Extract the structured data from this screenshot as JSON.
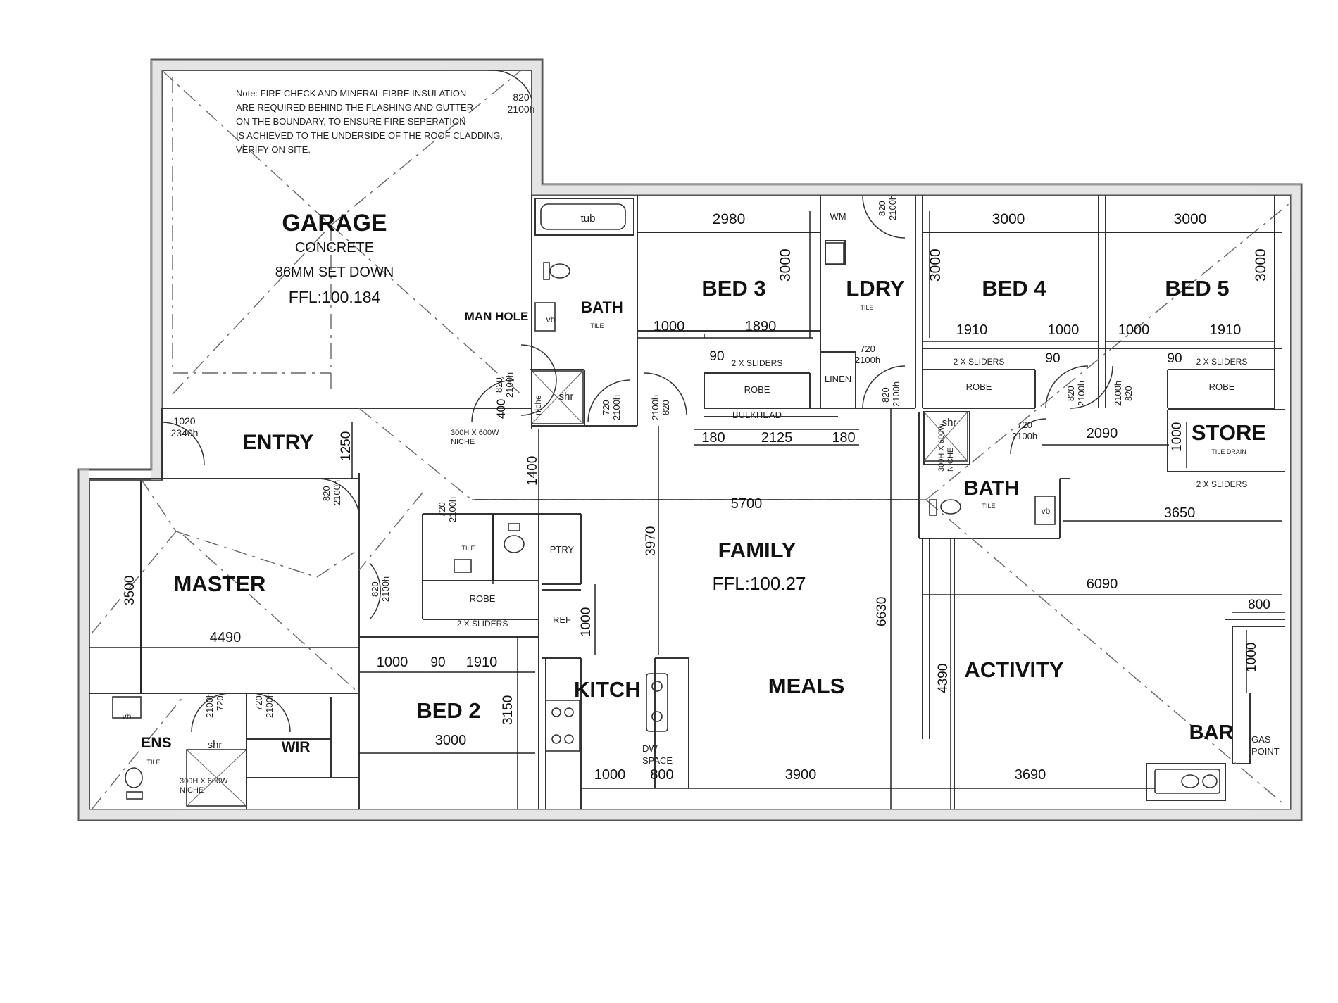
{
  "rooms": {
    "garage": "GARAGE",
    "garage_concrete": "CONCRETE",
    "garage_setdown": "86MM SET DOWN",
    "garage_ffl": "FFL:100.184",
    "entry": "ENTRY",
    "master": "MASTER",
    "ens": "ENS",
    "wir": "WIR",
    "bed2": "BED 2",
    "bath1": "BATH",
    "bed3": "BED 3",
    "ldry": "LDRY",
    "bed4": "BED 4",
    "bed5": "BED 5",
    "store": "STORE",
    "bath2": "BATH",
    "family": "FAMILY",
    "family_ffl": "FFL:100.27",
    "meals": "MEALS",
    "kitchen": "KITCH",
    "activity": "ACTIVITY",
    "bar": "BAR",
    "man_hole": "MAN HOLE"
  },
  "labels": {
    "tile": "TILE",
    "tile_drain": "TILE DRAIN",
    "tub": "tub",
    "vb": "vb",
    "shr": "shr",
    "wm": "WM",
    "linen": "LINEN",
    "ptry": "PTRY",
    "ref": "REF",
    "robe": "ROBE",
    "bulkhead": "BULKHEAD",
    "sliders": "2 X SLIDERS",
    "niche1": "300H X 600W",
    "niche2": "NICHE",
    "niche_word": "niche",
    "dw1": "DW",
    "dw2": "SPACE",
    "gas1": "GAS",
    "gas2": "POINT"
  },
  "note": [
    "Note: FIRE CHECK AND MINERAL FIBRE INSULATION",
    "ARE REQUIRED BEHIND THE FLASHING AND GUTTER",
    "ON THE BOUNDARY, TO ENSURE FIRE SEPERATION",
    "IS ACHIEVED TO THE UNDERSIDE OF THE ROOF CLADDING,",
    "VERIFY ON SITE."
  ],
  "doors": {
    "d820": "820",
    "d720": "720",
    "d1020": "1020",
    "h2100": "2100h",
    "h2340": "2340h"
  },
  "dims": {
    "d2980": "2980",
    "d3000": "3000",
    "d1000": "1000",
    "d1890": "1890",
    "d90": "90",
    "d1910": "1910",
    "d180": "180",
    "d2125": "2125",
    "d2090": "2090",
    "d1250": "1250",
    "d1400": "1400",
    "d400": "400",
    "d5700": "5700",
    "d3970": "3970",
    "d3650": "3650",
    "d6090": "6090",
    "d800": "800",
    "d3500": "3500",
    "d4490": "4490",
    "d6630": "6630",
    "d4390": "4390",
    "d3150": "3150",
    "d3900": "3900",
    "d3690": "3690"
  }
}
